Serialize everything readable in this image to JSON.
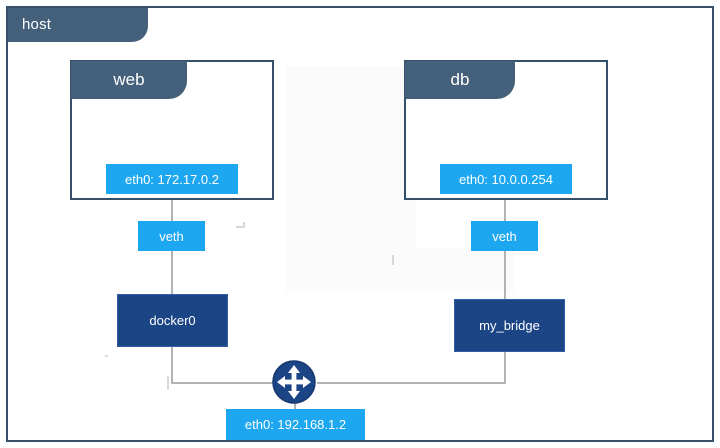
{
  "diagram": {
    "type": "network-topology",
    "title": "host",
    "outer": {
      "label": "host"
    },
    "containers": [
      {
        "name": "web",
        "interface": {
          "label": "eth0: 172.17.0.2",
          "name": "eth0",
          "address": "172.17.0.2"
        },
        "link": {
          "label": "veth"
        },
        "bridge": {
          "label": "docker0"
        }
      },
      {
        "name": "db",
        "interface": {
          "label": "eth0: 10.0.0.254",
          "name": "eth0",
          "address": "10.0.0.254"
        },
        "link": {
          "label": "veth"
        },
        "bridge": {
          "label": "my_bridge"
        }
      }
    ],
    "host_interface": {
      "label": "eth0: 192.168.1.2",
      "name": "eth0",
      "address": "192.168.1.2"
    },
    "gateway_icon": "network-four-way-arrow-icon"
  },
  "colors": {
    "frame": "#36506a",
    "tab": "#45607a",
    "interface": "#1CA7F0",
    "bridge": "#1C4586",
    "line": "#b3b3b3",
    "icon": "#1C4586",
    "background": "#ffffff"
  }
}
